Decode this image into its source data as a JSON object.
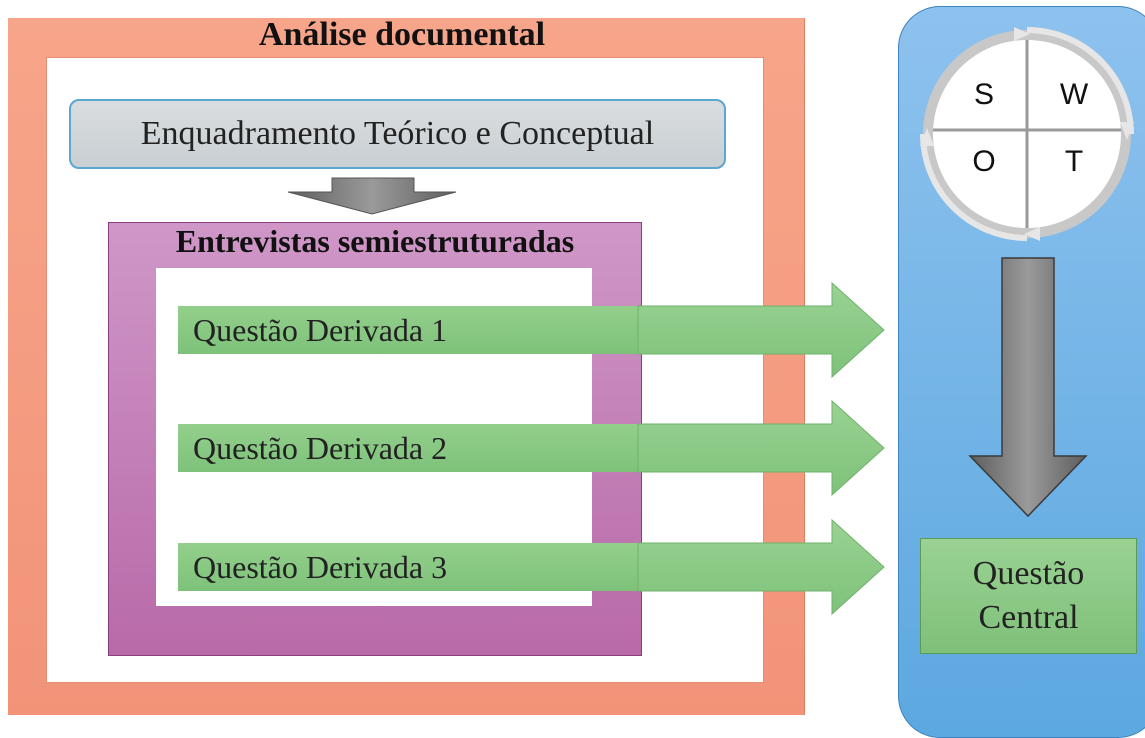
{
  "analise": {
    "title": "Análise documental"
  },
  "teorico": {
    "label": "Enquadramento Teórico e Conceptual"
  },
  "entrevistas": {
    "title": "Entrevistas semiestruturadas"
  },
  "questions": [
    {
      "label": "Questão Derivada 1"
    },
    {
      "label": "Questão Derivada 2"
    },
    {
      "label": "Questão Derivada 3"
    }
  ],
  "swot": {
    "s": "S",
    "w": "W",
    "o": "O",
    "t": "T"
  },
  "central": {
    "line1": "Questão",
    "line2": "Central"
  },
  "colors": {
    "analise_frame": "#f29378",
    "entrevistas_frame": "#b86aa8",
    "question_green": "#7ec27a",
    "panel_blue": "#5ca8e0",
    "arrow_gray": "#808080"
  }
}
